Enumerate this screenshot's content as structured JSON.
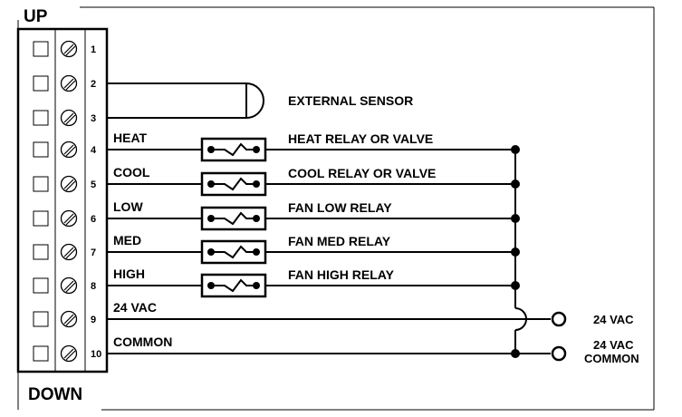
{
  "labels": {
    "up": "UP",
    "down": "DOWN",
    "external_sensor": "EXTERNAL SENSOR",
    "out_24vac": "24 VAC",
    "out_common_line1": "24 VAC",
    "out_common_line2": "COMMON"
  },
  "terminals": [
    {
      "num": "1",
      "wire": ""
    },
    {
      "num": "2",
      "wire": ""
    },
    {
      "num": "3",
      "wire": ""
    },
    {
      "num": "4",
      "wire": "HEAT",
      "load": "HEAT RELAY OR VALVE"
    },
    {
      "num": "5",
      "wire": "COOL",
      "load": "COOL RELAY OR VALVE"
    },
    {
      "num": "6",
      "wire": "LOW",
      "load": "FAN LOW RELAY"
    },
    {
      "num": "7",
      "wire": "MED",
      "load": "FAN MED RELAY"
    },
    {
      "num": "8",
      "wire": "HIGH",
      "load": "FAN HIGH RELAY"
    },
    {
      "num": "9",
      "wire": "24 VAC"
    },
    {
      "num": "10",
      "wire": "COMMON"
    }
  ]
}
